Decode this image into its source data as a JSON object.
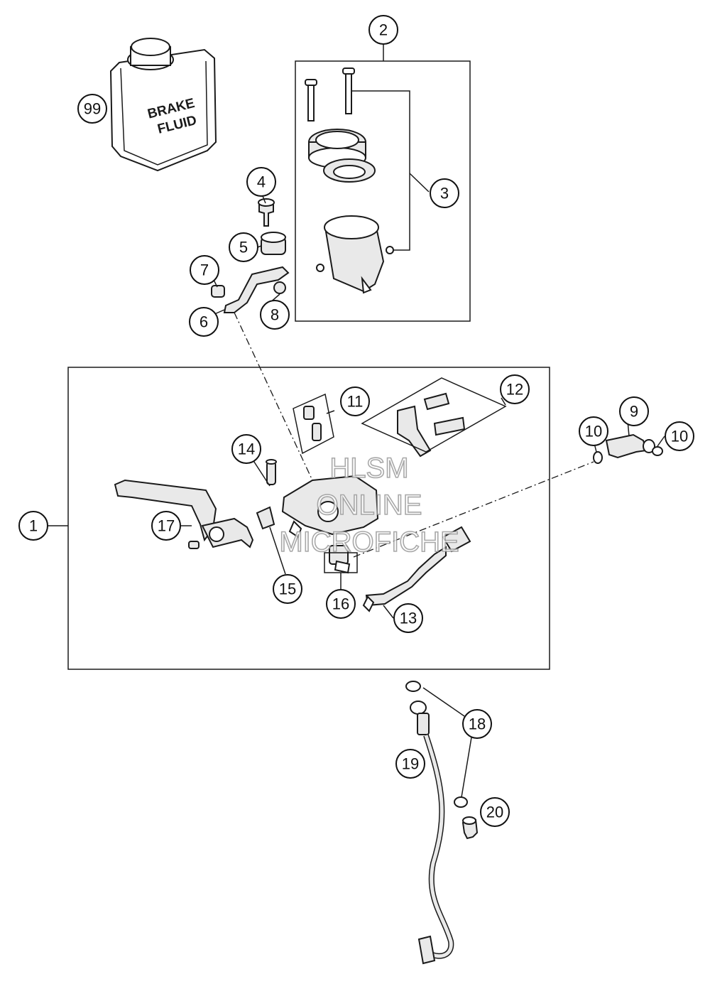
{
  "can": {
    "line1": "BRAKE",
    "line2": "FLUID"
  },
  "watermark": [
    "HLSM",
    "ONLINE",
    "MICROFICHE"
  ],
  "callouts": [
    "99",
    "2",
    "3",
    "4",
    "5",
    "7",
    "6",
    "8",
    "1",
    "17",
    "14",
    "15",
    "16",
    "11",
    "12",
    "13",
    "10",
    "9",
    "10",
    "18",
    "19",
    "20"
  ]
}
